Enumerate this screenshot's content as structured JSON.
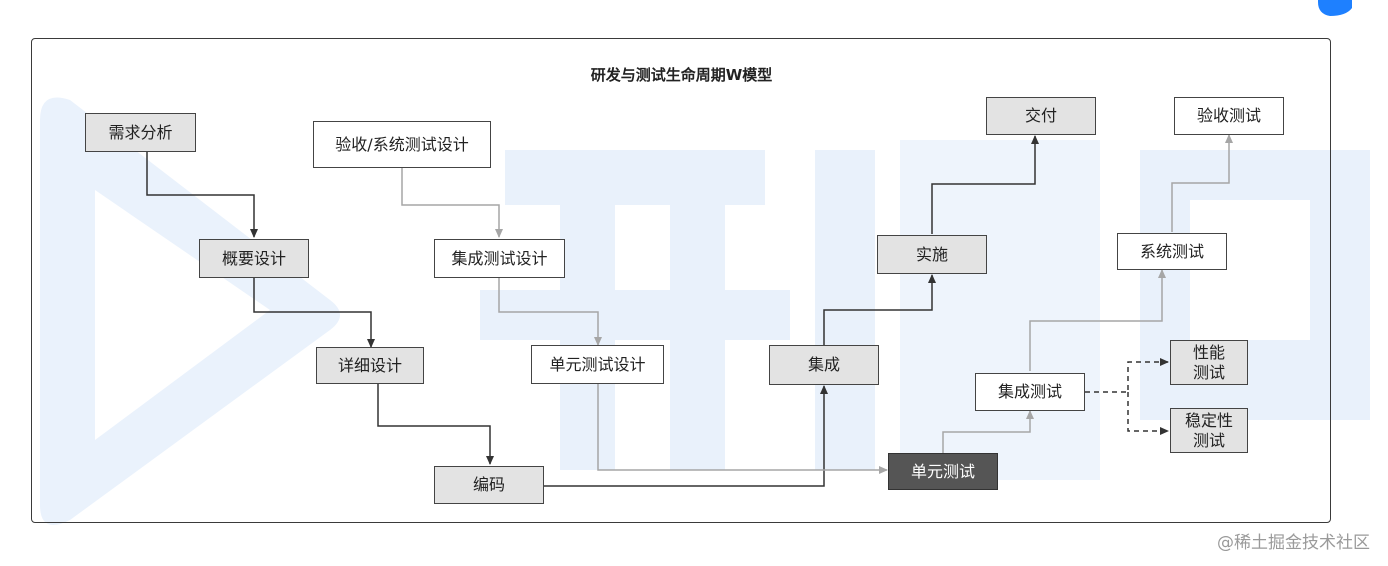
{
  "title": "研发与测试生命周期W模型",
  "nodes": {
    "requirement_analysis": "需求分析",
    "high_level_design": "概要设计",
    "detailed_design": "详细设计",
    "coding": "编码",
    "acceptance_system_test_design": "验收/系统测试设计",
    "integration_test_design": "集成测试设计",
    "unit_test_design": "单元测试设计",
    "integration": "集成",
    "implementation": "实施",
    "delivery": "交付",
    "unit_test": "单元测试",
    "integration_test": "集成测试",
    "system_test": "系统测试",
    "acceptance_test": "验收测试",
    "performance_test": "性能\n测试",
    "stability_test": "稳定性\n测试"
  },
  "footer": "@稀土掘金技术社区",
  "colors": {
    "dev_arrow": "#333333",
    "test_arrow": "#a6a6a6",
    "gray_box": "#e3e3e3",
    "dark_box": "#555555",
    "watermark": "#e7f0fb"
  }
}
